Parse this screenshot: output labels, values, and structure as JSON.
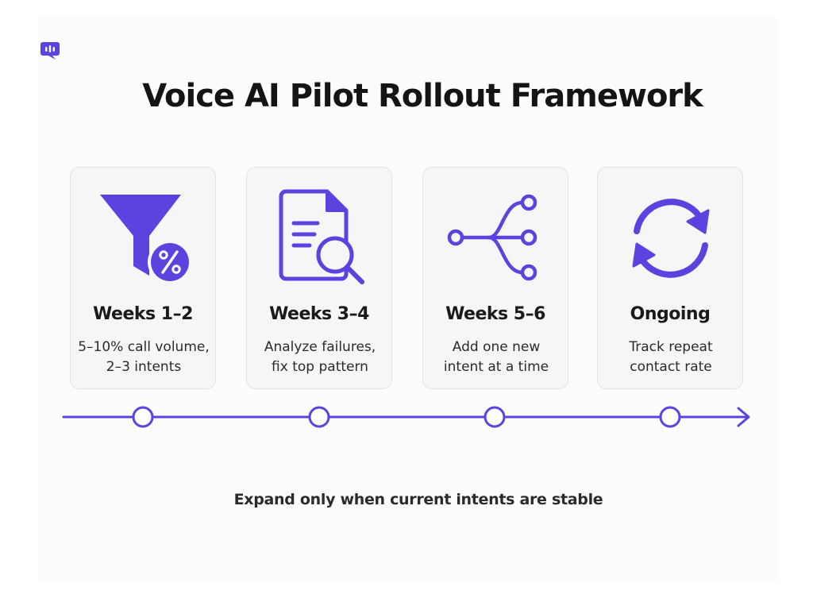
{
  "title": "Voice AI Pilot Rollout Framework",
  "accent_color": "#5b43e0",
  "logo_icon": "chat-bubble-waveform-icon",
  "steps": [
    {
      "phase": "Weeks 1–2",
      "desc": [
        "5–10% call volume,",
        "2–3 intents"
      ],
      "icon": "funnel-percent-icon"
    },
    {
      "phase": "Weeks 3–4",
      "desc": [
        "Analyze failures,",
        "fix top pattern"
      ],
      "icon": "document-magnifier-icon"
    },
    {
      "phase": "Weeks 5–6",
      "desc": [
        "Add one new",
        "intent at a time"
      ],
      "icon": "branch-network-icon"
    },
    {
      "phase": "Ongoing",
      "desc": [
        "Track repeat",
        "contact rate"
      ],
      "icon": "refresh-cycle-icon"
    }
  ],
  "footer": "Expand only when current intents are stable"
}
